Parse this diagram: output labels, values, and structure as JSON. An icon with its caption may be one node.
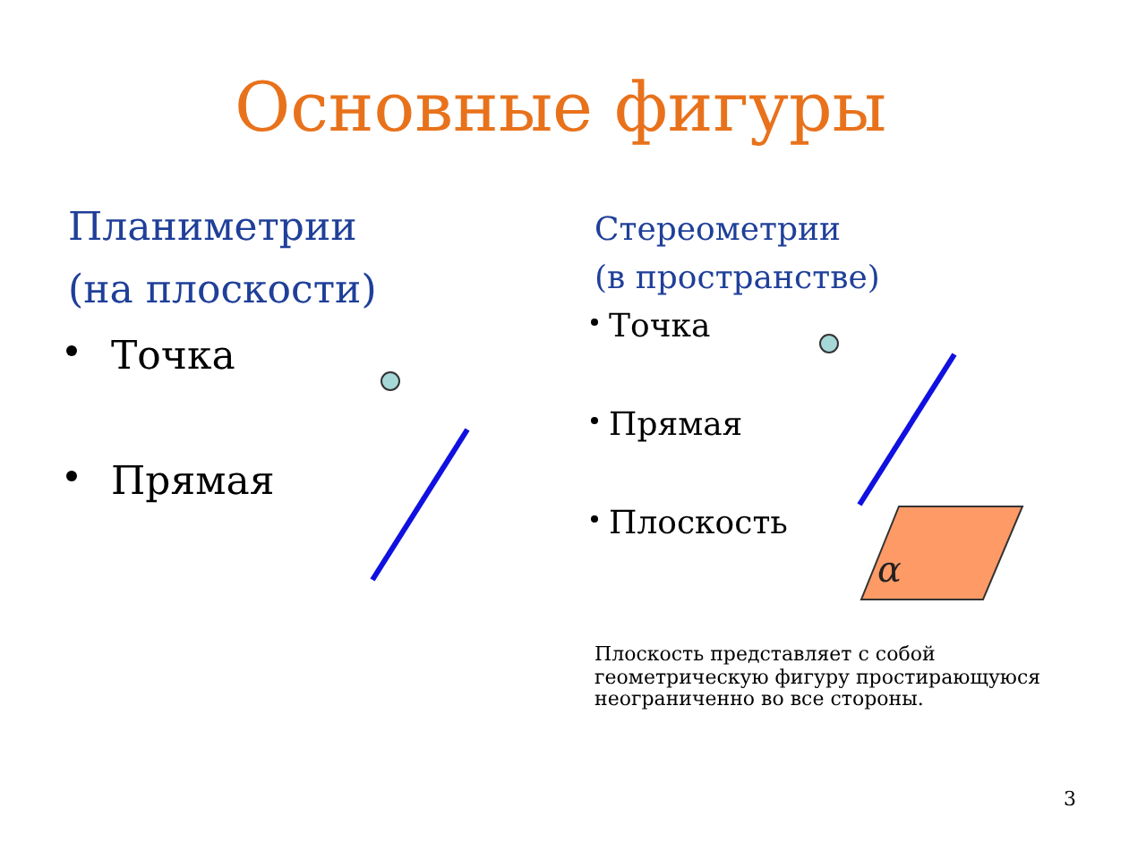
{
  "diagram": {
    "title": "Основные фигуры",
    "nodes": [
      {
        "text": [
          "α"
        ]
      }
    ],
    "labels": [
      "Планиметрии",
      "(на плоскости)",
      "Точка",
      "Прямая",
      "Стереометрии",
      "(в пространстве)",
      "Точка",
      "Прямая",
      "Плоскость",
      "Плоскость представляет с собой геометрическую фигуру простирающуюся неограниченно во все стороны.",
      "3"
    ]
  }
}
